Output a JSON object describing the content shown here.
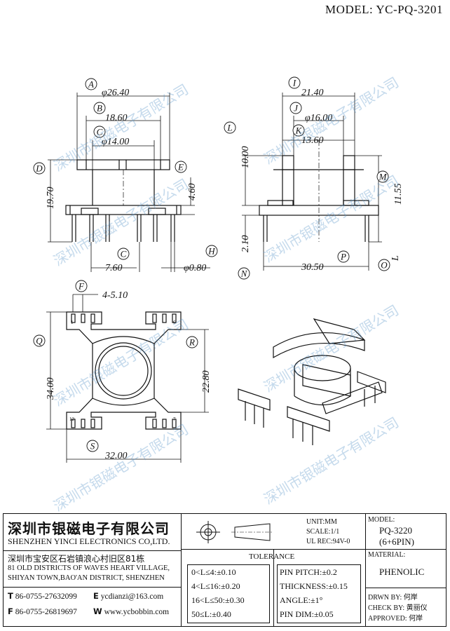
{
  "model_title": "MODEL: YC-PQ-3201",
  "watermark": "深圳市银磁电子有限公司",
  "front_view": {
    "labels": [
      "A",
      "B",
      "C",
      "D",
      "E",
      "C",
      "H"
    ],
    "dims": [
      "φ26.40",
      "18.60",
      "φ14.00",
      "19.70",
      "4.60",
      "7.60",
      "φ0.80"
    ]
  },
  "side_view": {
    "labels": [
      "I",
      "J",
      "K",
      "L",
      "M",
      "N",
      "P",
      "O"
    ],
    "dims": [
      "21.40",
      "φ16.00",
      "13.60",
      "10.00",
      "11.55",
      "2.10",
      "30.50"
    ],
    "o_extra": "L"
  },
  "top_view": {
    "labels": [
      "F",
      "Q",
      "R",
      "S"
    ],
    "dims": [
      "4-5.10",
      "34.00",
      "22.80",
      "32.00"
    ],
    "pins": [
      "1",
      "6",
      "12",
      "7"
    ]
  },
  "title_block": {
    "company_cn": "深圳市银磁电子有限公司",
    "company_en": "SHENZHEN YINCI ELECTRONICS CO,LTD.",
    "unit": "UNIT:MM",
    "scale": "SCALE:1/1",
    "ul_rec": "UL REC:94V-0",
    "model_label": "MODEL:",
    "model_value": "PQ-3220",
    "model_pins": "(6+6PIN)",
    "material_label": "MATERIAL:",
    "material_value": "PHENOLIC",
    "address_cn": "深圳市宝安区石岩镇浪心村旧区81栋",
    "address_en_1": "81 OLD DISTRICTS OF WAVES HEART VILLAGE,",
    "address_en_2": "SHIYAN TOWN,BAO'AN DISTRICT, SHENZHEN",
    "tel_letter": "T",
    "tel": "86-0755-27632099",
    "email_letter": "E",
    "email": "ycdianzi@163.com",
    "fax_letter": "F",
    "fax": "86-0755-26819697",
    "web_letter": "W",
    "web": "www.ycbobbin.com",
    "tolerance_title": "TOLERANCE",
    "tol_left": [
      "0<L≤4:±0.10",
      "4<L≤16:±0.20",
      "16<L≤50:±0.30",
      "50≤L:±0.40"
    ],
    "tol_right": [
      "PIN PITCH:±0.2",
      "THICKNESS:±0.15",
      "ANGLE:±1°",
      "PIN DIM:±0.05"
    ],
    "drwn_label": "DRWN BY:",
    "drwn_value": "何岸",
    "check_label": "CHECK BY:",
    "check_value": "黄丽仪",
    "approved_label": "APPROVED:",
    "approved_value": "何岸"
  }
}
